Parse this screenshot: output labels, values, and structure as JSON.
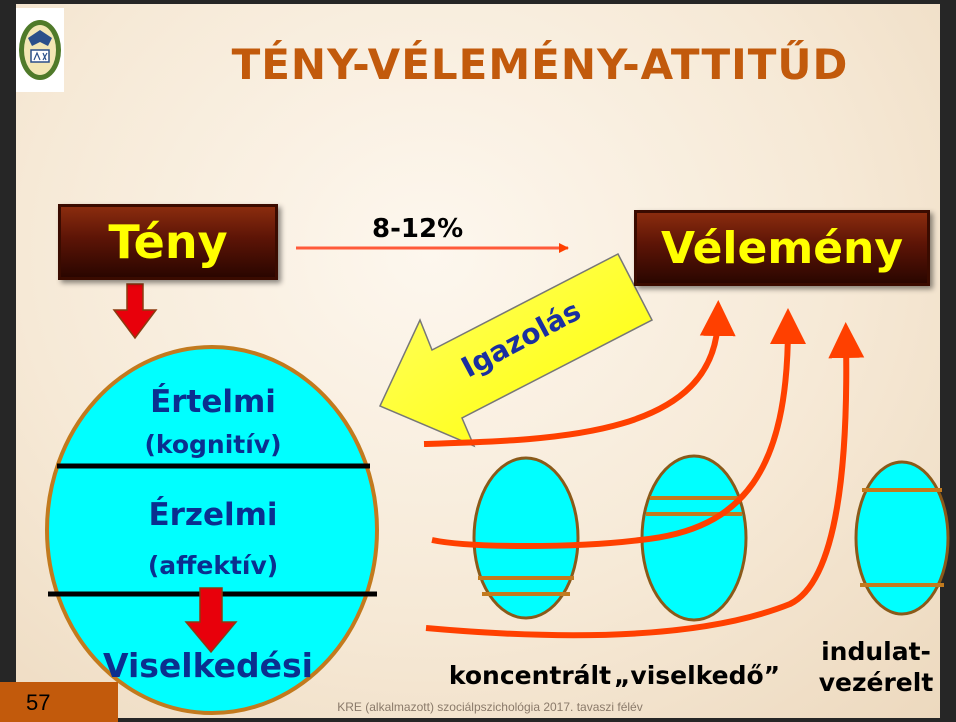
{
  "title": "TÉNY-VÉLEMÉNY-ATTITŰD",
  "boxes": {
    "teny": "Tény",
    "velemeny": "Vélemény"
  },
  "arrows": {
    "percent": "8-12%",
    "justification": "Igazolás"
  },
  "attitude_components": {
    "cognitive": "Értelmi",
    "cognitive_sub": "(kognitív)",
    "affective": "Érzelmi",
    "affective_sub": "(affektív)",
    "behavioral": "Viselkedési"
  },
  "attitude_types": {
    "concentrated": "koncentrált",
    "behaving": "„viselkedő”",
    "emotion_driven": "indulat-\nvezérelt"
  },
  "page_number": "57",
  "footer": "KRE (alkalmazott) szociálpszichológia 2017. tavaszi félév",
  "colors": {
    "title": "#c25a0c",
    "box_text": "#ffff00",
    "box_fill": "#5c1406",
    "ellipse_fill": "#00ffff",
    "ellipse_stroke": "#c27a1e",
    "flow_arrow": "#ff4000",
    "component_text": "#0b2f8f",
    "justification_arrow": "#ffff00"
  }
}
